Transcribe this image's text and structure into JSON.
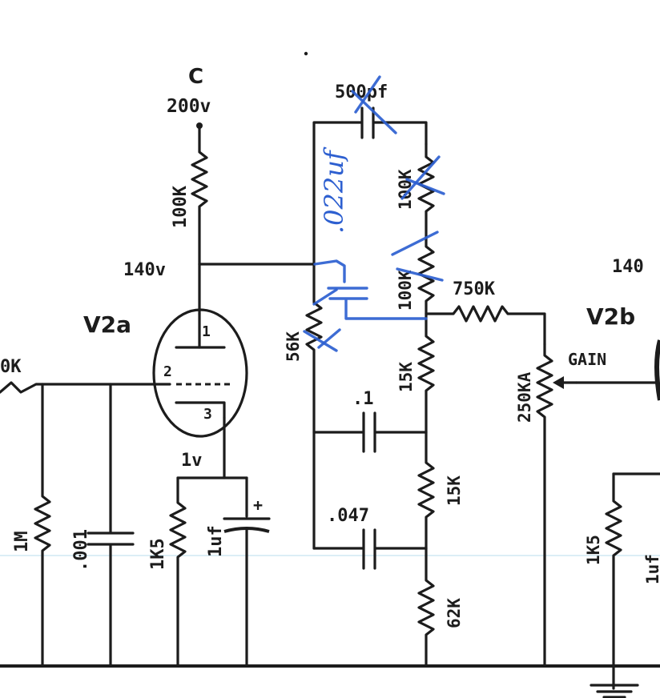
{
  "supply": {
    "node_letter": "C",
    "voltage": "200v"
  },
  "v2a": {
    "name": "V2a",
    "plate_pin": "1",
    "grid_pin": "2",
    "cathode_pin": "3",
    "plate_voltage": "140v",
    "cathode_voltage": "1v"
  },
  "v2b": {
    "name": "V2b",
    "plate_voltage_partial": "140"
  },
  "components": {
    "plate_load": "100K",
    "grid_resistor_partial": "0K",
    "grid_leak": "1M",
    "grid_cap": ".001",
    "cathode_resistor": "1K5",
    "cathode_cap": "1uf",
    "cathode_cap_polarity": "+",
    "bright_cap": "500pf",
    "tone_resistor_top": "100K",
    "tone_resistor_2": "100K",
    "shunt_resistor": "56K",
    "series_resistor": "750K",
    "divider_resistor_1": "15K",
    "divider_cap_1": ".1",
    "divider_resistor_2": "15K",
    "divider_cap_2": ".047",
    "divider_resistor_3": "62K",
    "gain_pot": "250KA",
    "gain_label": "GAIN",
    "v2b_cathode_resistor": "1K5",
    "v2b_cathode_cap_partial": "1uf"
  },
  "handwritten": {
    "cap_value": ".022uf"
  },
  "colors": {
    "ink": "#1c1c1c",
    "pen": "#2d5fd0",
    "paper": "#ffffff"
  }
}
